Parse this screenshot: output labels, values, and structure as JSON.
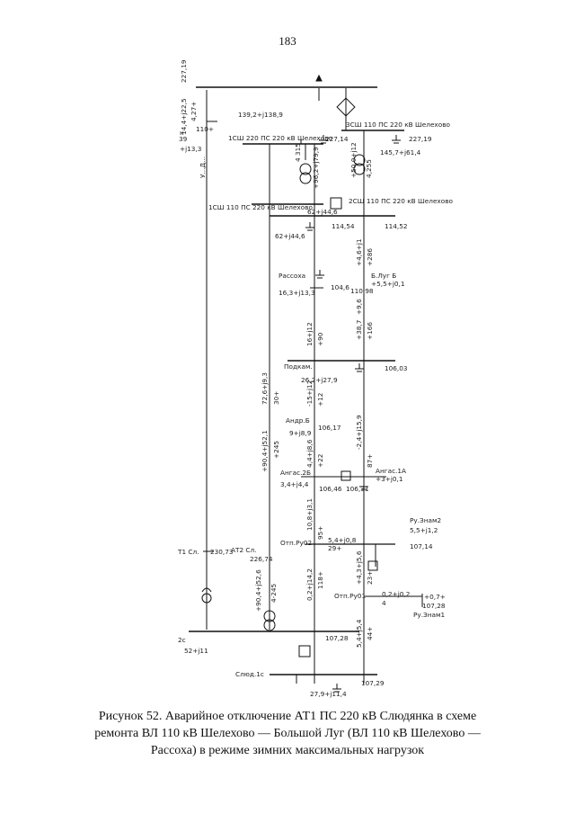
{
  "page_number": "183",
  "buses": {
    "pc220": "227,19",
    "bus_1sh_220": "1СШ 220 ПС 220 кВ Шелехово",
    "bus_3sh_110": "3СШ 110 ПС 220 кВ Шелехово",
    "bus_2sh_110": "2СШ 110 ПС 220 кВ Шелехово",
    "bus_1sh_110": "1СШ 110 ПС 220 кВ Шелехово"
  },
  "labels": {
    "top_rot": "227,19",
    "v14": "14,4+j22,5",
    "r_plus": "+",
    "r4": "4,27+",
    "p110": "110+",
    "n": "н",
    "n39": "39",
    "j133": "+j13,3",
    "rot_y": "У...Д...",
    "f1": "139,2+j138,9",
    "v22714": "227,14",
    "v22719": "227,19",
    "f2": "145,7+j61,4",
    "f2b": "4,255",
    "f2a": "+50,0+j12",
    "f3": "4 315",
    "f3b": "+96,2+j79,9",
    "f4": "62+j44,6",
    "v11454": "114,54",
    "v11452": "114,52",
    "rassokha": "Рассоха",
    "rassokha_v": "104,6",
    "rassokha_f": "16,3+j13,3",
    "v11098": "110,98",
    "bluh": "Б.Луг Б",
    "bluh_f": "+5,5+j0,1",
    "ft1": "+4,6+j1",
    "ft2": "+286",
    "ft3": "+9,6",
    "ft4": "+38,7",
    "ft5": "+166",
    "podkam": "Подкам.",
    "podkam_v": "106,03",
    "podkam_f": "26,2+j27,9",
    "ft6": "16+j12",
    "ft7": "+90",
    "ft8": "-15+j12",
    "ft9": "+12",
    "andr": "Андр.Б",
    "andr_v": "106,17",
    "andr_f": "9+j8,9",
    "ft10": "4,4+j8,6",
    "ft11": "+22",
    "ft12": "-2,4+j15,9",
    "ft13": "87+",
    "ftL1": "72,6+j9,3",
    "ftL2": "30+",
    "ftL3": "+90,4+j52,1",
    "ftL4": "+245",
    "angas2": "Ангас.2Б",
    "angas2_f": "3,4+j4,4",
    "v10646": "106,46",
    "v10631": "106,31",
    "angas1": "Ангас.1А",
    "angas1_f": "+3+j0,1",
    "ft14": "10,8+j3,1",
    "ft15": "95+",
    "otpr": "Отп.Ру02",
    "otpr_f": "5,4+j0,8",
    "otpr_n": "29+",
    "ft16": "+4,3+j5,6",
    "ft17": "23+",
    "ft18": "0,2+j14,2",
    "ft19": "118+",
    "rubz2": "Ру.Знам2",
    "rubz2_f": "5,5+j1,2",
    "v10714": "107,14",
    "t1": "Т1 Сл.",
    "t1_v": "230,73",
    "at2": "АТ2 Сл.",
    "at2_v": "226,74",
    "at2_f": "+90,4+j52,6",
    "at2_n": "4-245",
    "otpr1": "Отп.Ру01",
    "otpr1_f": "0,2+j0,2",
    "otpr1_n": "4",
    "rubz1": "Ру.Знам1",
    "rubz1_f": "+0,7+",
    "v10728b": "107,28",
    "ft20": "5,4+j5,4",
    "ft21": "44+",
    "sec2": "2с",
    "sec2_f": "52+j11",
    "v10728": "107,28",
    "slyud": "Слюд.1с",
    "v10729": "107,29",
    "slyud_f": "27,9+j11,4"
  },
  "caption": [
    "Рисунок 52. Аварийное отключение АТ1 ПС 220 кВ Слюдянка в схеме",
    "ремонта ВЛ 110 кВ Шелехово — Большой Луг (ВЛ 110 кВ Шелехово —",
    "Рассоха) в режиме зимних максимальных нагрузок"
  ]
}
